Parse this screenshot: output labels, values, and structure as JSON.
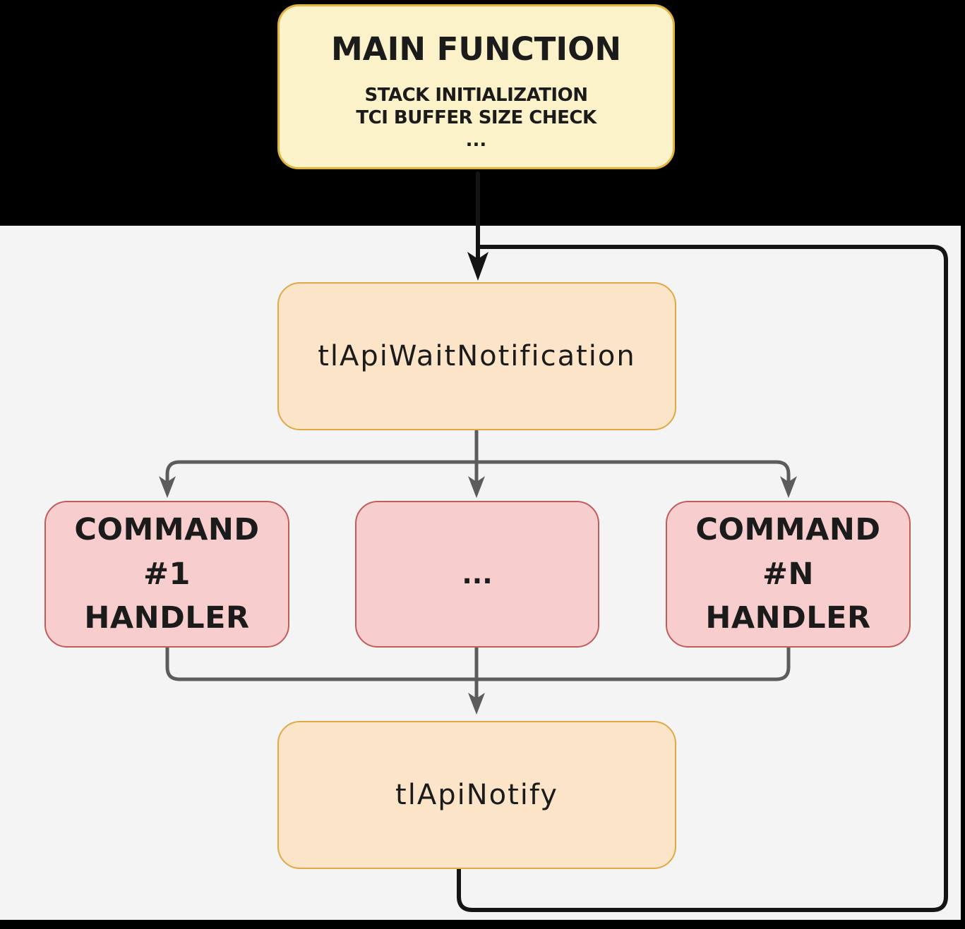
{
  "colors": {
    "background": "#000000",
    "surface": "#f4f4f4",
    "yellow_fill": "#fcf2ca",
    "yellow_border": "#e2b33d",
    "peach_fill": "#fce4c8",
    "peach_border": "#e0a943",
    "pink_fill": "#f7cecd",
    "pink_border": "#c05c5a",
    "black_line": "#141414",
    "gray_line": "#5c5c5c",
    "text": "#1b1b1b"
  },
  "nodes": {
    "main_function": {
      "title": "MAIN FUNCTION",
      "detail_lines": [
        "STACK INITIALIZATION",
        "TCI BUFFER SIZE CHECK"
      ],
      "ellipsis": "..."
    },
    "wait_notification": {
      "label": "tlApiWaitNotification"
    },
    "command_1_handler": {
      "lines": [
        "COMMAND #1",
        "HANDLER"
      ]
    },
    "command_ellipsis": {
      "label": "..."
    },
    "command_n_handler": {
      "lines": [
        "COMMAND #N",
        "HANDLER"
      ]
    },
    "notify": {
      "label": "tlApiNotify"
    }
  }
}
